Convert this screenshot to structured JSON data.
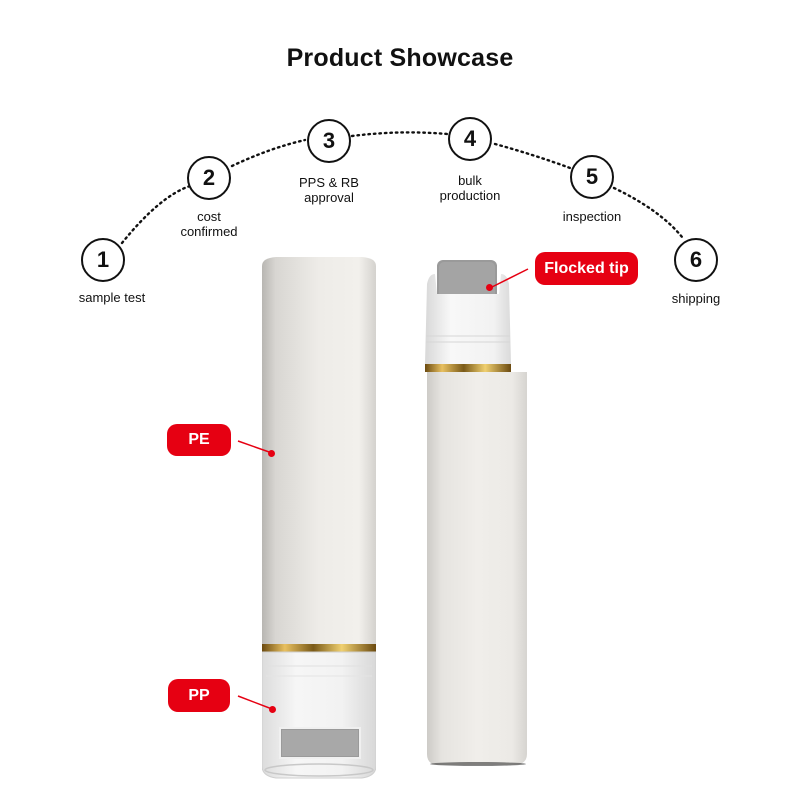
{
  "title": "Product Showcase",
  "steps": [
    {
      "number": "1",
      "label": "sample test"
    },
    {
      "number": "2",
      "label": "cost\nconfirmed"
    },
    {
      "number": "3",
      "label": "PPS & RB\napproval"
    },
    {
      "number": "4",
      "label": "bulk\nproduction"
    },
    {
      "number": "5",
      "label": "inspection"
    },
    {
      "number": "6",
      "label": "shipping"
    }
  ],
  "callouts": {
    "pe": "PE",
    "pp": "PP",
    "flocked": "Flocked tip"
  },
  "colors": {
    "accent": "#e60012",
    "tube_body": "#e8e6e2",
    "gold_band": "#c8a040"
  }
}
